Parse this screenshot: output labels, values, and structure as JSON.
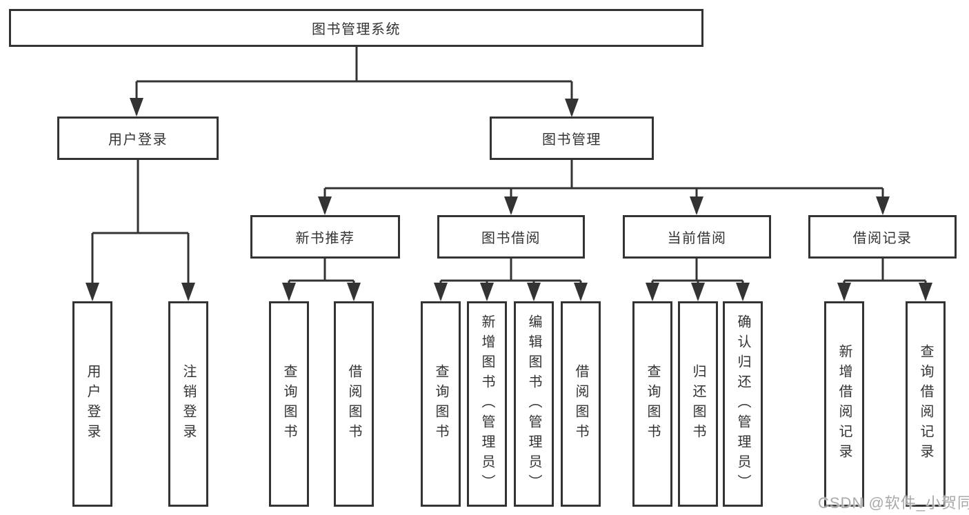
{
  "diagram_title": "图书管理系统",
  "tree": {
    "label": "图书管理系统",
    "children": [
      {
        "label": "用户登录",
        "children": [
          {
            "label": "用户登录"
          },
          {
            "label": "注销登录"
          }
        ]
      },
      {
        "label": "图书管理",
        "children": [
          {
            "label": "新书推荐",
            "children": [
              {
                "label": "查询图书"
              },
              {
                "label": "借阅图书"
              }
            ]
          },
          {
            "label": "图书借阅",
            "children": [
              {
                "label": "查询图书"
              },
              {
                "label": "新增图书（管理员）"
              },
              {
                "label": "编辑图书（管理员）"
              },
              {
                "label": "借阅图书"
              }
            ]
          },
          {
            "label": "当前借阅",
            "children": [
              {
                "label": "查询图书"
              },
              {
                "label": "归还图书"
              },
              {
                "label": "确认归还（管理员）"
              }
            ]
          },
          {
            "label": "借阅记录",
            "children": [
              {
                "label": "新增借阅记录"
              },
              {
                "label": "查询借阅记录"
              }
            ]
          }
        ]
      }
    ]
  },
  "watermark": {
    "text": "CSDN @软件_小贺同学"
  },
  "colors": {
    "line": "#333333",
    "text": "#333333",
    "background": "#ffffff",
    "watermark": "#a9a9a9"
  }
}
